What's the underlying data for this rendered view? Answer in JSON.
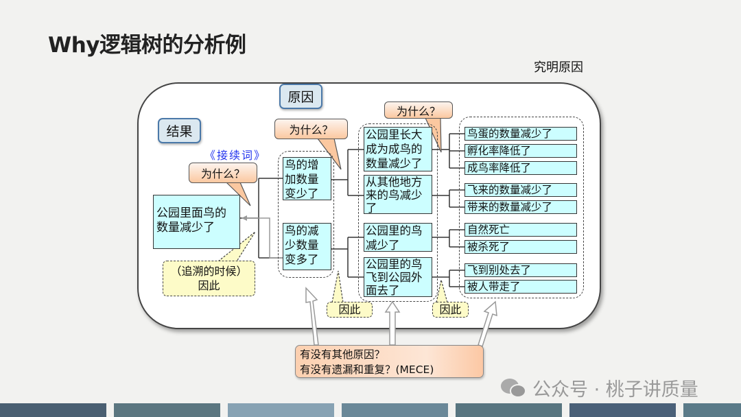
{
  "title": "Why逻辑树的分析例",
  "subtitle": "究明原因",
  "labels": {
    "cause": "原因",
    "result": "结果",
    "connector": "《接续词》"
  },
  "why": "为什么？",
  "root": "公园里面鸟的数量减少了",
  "level1": [
    "鸟的增加数量变少了",
    "鸟的减少数量变多了"
  ],
  "level2": [
    "公园里长大成为成鸟的数量减少了",
    "从其他地方来的鸟减少了",
    "公园里的鸟减少了",
    "公园里的鸟飞到公园外面去了"
  ],
  "level3": [
    "鸟蛋的数量减少了",
    "孵化率降低了",
    "成鸟率降低了",
    "飞来的数量减少了",
    "带来的数量减少了",
    "自然死亡",
    "被杀死了",
    "飞到别处去了",
    "被人带走了"
  ],
  "trace": {
    "line1": "（追溯的时候）",
    "line2": "因此"
  },
  "therefore": "因此",
  "question": {
    "line1": "有没有其他原因？",
    "line2": "有没有遗漏和重复？(MECE)"
  },
  "watermark": "公众号 · 桃子讲质量",
  "bar_colors": [
    "#4a5f72",
    "#5b7680",
    "#87a2b3",
    "#6a8898",
    "#587580",
    "#4a6078",
    "#5a7a88"
  ]
}
